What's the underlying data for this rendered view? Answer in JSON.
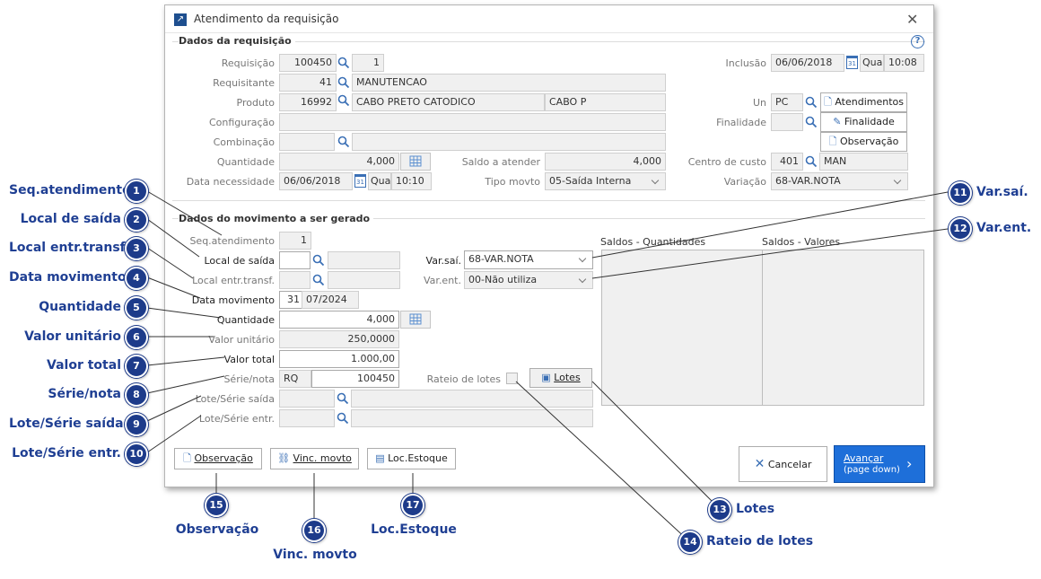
{
  "window": {
    "title": "Atendimento da requisição"
  },
  "section1": {
    "title": "Dados da requisição",
    "requisicao": {
      "label": "Requisição",
      "value": "100450",
      "seq": "1"
    },
    "requisitante": {
      "label": "Requisitante",
      "code": "41",
      "name": "MANUTENCAO"
    },
    "produto": {
      "label": "Produto",
      "code": "16992",
      "name": "CABO PRETO CATODICO",
      "short": "CABO P"
    },
    "configuracao": {
      "label": "Configuração"
    },
    "combinacao": {
      "label": "Combinação"
    },
    "quantidade": {
      "label": "Quantidade",
      "value": "4,000"
    },
    "data_necessidade": {
      "label": "Data necessidade",
      "date": "06/06/2018",
      "weekday": "Qua",
      "time": "10:10"
    },
    "inclusao": {
      "label": "Inclusão",
      "date": "06/06/2018",
      "weekday": "Qua",
      "time": "10:08"
    },
    "un": {
      "label": "Un",
      "value": "PC"
    },
    "finalidade": {
      "label": "Finalidade"
    },
    "saldo": {
      "label": "Saldo a atender",
      "value": "4,000"
    },
    "tipo_movto": {
      "label": "Tipo movto",
      "value": "05-Saída Interna"
    },
    "centro_custo": {
      "label": "Centro de custo",
      "code": "401",
      "name": "MAN"
    },
    "variacao": {
      "label": "Variação",
      "value": "68-VAR.NOTA"
    },
    "btn_atendimentos": "Atendimentos",
    "btn_finalidade": "Finalidade",
    "btn_observacao": "Observação"
  },
  "section2": {
    "title": "Dados do movimento a ser gerado",
    "seq_atendimento": {
      "label": "Seq.atendimento",
      "value": "1"
    },
    "local_saida": {
      "label": "Local de saída"
    },
    "local_entr": {
      "label": "Local entr.transf."
    },
    "data_movimento": {
      "label": "Data movimento",
      "day": "31",
      "month": "07/2024"
    },
    "quantidade": {
      "label": "Quantidade",
      "value": "4,000"
    },
    "valor_unitario": {
      "label": "Valor unitário",
      "value": "250,0000"
    },
    "valor_total": {
      "label": "Valor total",
      "value": "1.000,00"
    },
    "serie_nota": {
      "label": "Série/nota",
      "serie": "RQ",
      "nota": "100450"
    },
    "lote_saida": {
      "label": "Lote/Série saída"
    },
    "lote_entr": {
      "label": "Lote/Série entr."
    },
    "var_sai": {
      "label": "Var.saí.",
      "value": "68-VAR.NOTA"
    },
    "var_ent": {
      "label": "Var.ent.",
      "value": "00-Não utiliza"
    },
    "rateio": {
      "label": "Rateio de lotes"
    },
    "btn_lotes": "Lotes",
    "saldos_qtd": "Saldos - Quantidades",
    "saldos_val": "Saldos - Valores"
  },
  "footer": {
    "observacao": "Observação",
    "vinc_movto": "Vinc. movto",
    "loc_estoque": "Loc.Estoque",
    "cancelar": "Cancelar",
    "avancar": "Avançar",
    "avancar_hint": "(page down)"
  },
  "callouts": [
    {
      "n": "1",
      "label": "Seq.atendimento"
    },
    {
      "n": "2",
      "label": "Local de saída"
    },
    {
      "n": "3",
      "label": "Local entr.transf."
    },
    {
      "n": "4",
      "label": "Data movimento"
    },
    {
      "n": "5",
      "label": "Quantidade"
    },
    {
      "n": "6",
      "label": "Valor unitário"
    },
    {
      "n": "7",
      "label": "Valor total"
    },
    {
      "n": "8",
      "label": "Série/nota"
    },
    {
      "n": "9",
      "label": "Lote/Série saída"
    },
    {
      "n": "10",
      "label": "Lote/Série entr."
    },
    {
      "n": "11",
      "label": "Var.saí."
    },
    {
      "n": "12",
      "label": "Var.ent."
    },
    {
      "n": "13",
      "label": "Lotes"
    },
    {
      "n": "14",
      "label": "Rateio de lotes"
    },
    {
      "n": "15",
      "label": "Observação"
    },
    {
      "n": "16",
      "label": "Vinc. movto"
    },
    {
      "n": "17",
      "label": "Loc.Estoque"
    }
  ],
  "colors": {
    "accent": "#1d3b8a",
    "primary_button": "#1e6fd9",
    "icon_blue": "#3a6fb5"
  }
}
